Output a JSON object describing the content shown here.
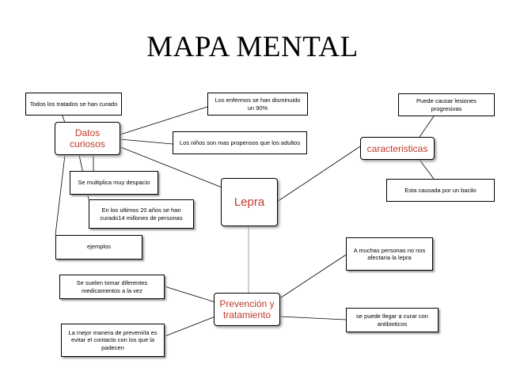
{
  "title": "MAPA MENTAL",
  "colors": {
    "hub_text": "#c0392b",
    "line": "#000000",
    "center_line": "#a0a0a0"
  },
  "center": {
    "label": "Lepra"
  },
  "branches": {
    "datos": {
      "label": "Datos\ncuriosos",
      "items": [
        "Todos los tratados se han curado",
        "Los enfermos se han disminuido\nun 90%",
        "Los niños son mas propensos que los adultos",
        "Se multiplica muy despacio",
        "En los ultimos 20 años se han\ncurado14 millones de personas",
        "ejemplos"
      ]
    },
    "caracteristicas": {
      "label": "caracteristicas",
      "items": [
        "Puede causar lesiones\nprogresivas",
        "Esta causada por un bacilo"
      ]
    },
    "prevencion": {
      "label": "Prevención y\ntratamiento",
      "items": [
        "Se suelen tomar diferentes\nmedicamentos a la vez",
        "La mejor manera de prevenirla es\nevitar el contacto con los que la\npadecen",
        "A muchas personas no nos\nafectaria la lepra",
        "se puede llegar a curar con\nantibioticos"
      ]
    }
  }
}
